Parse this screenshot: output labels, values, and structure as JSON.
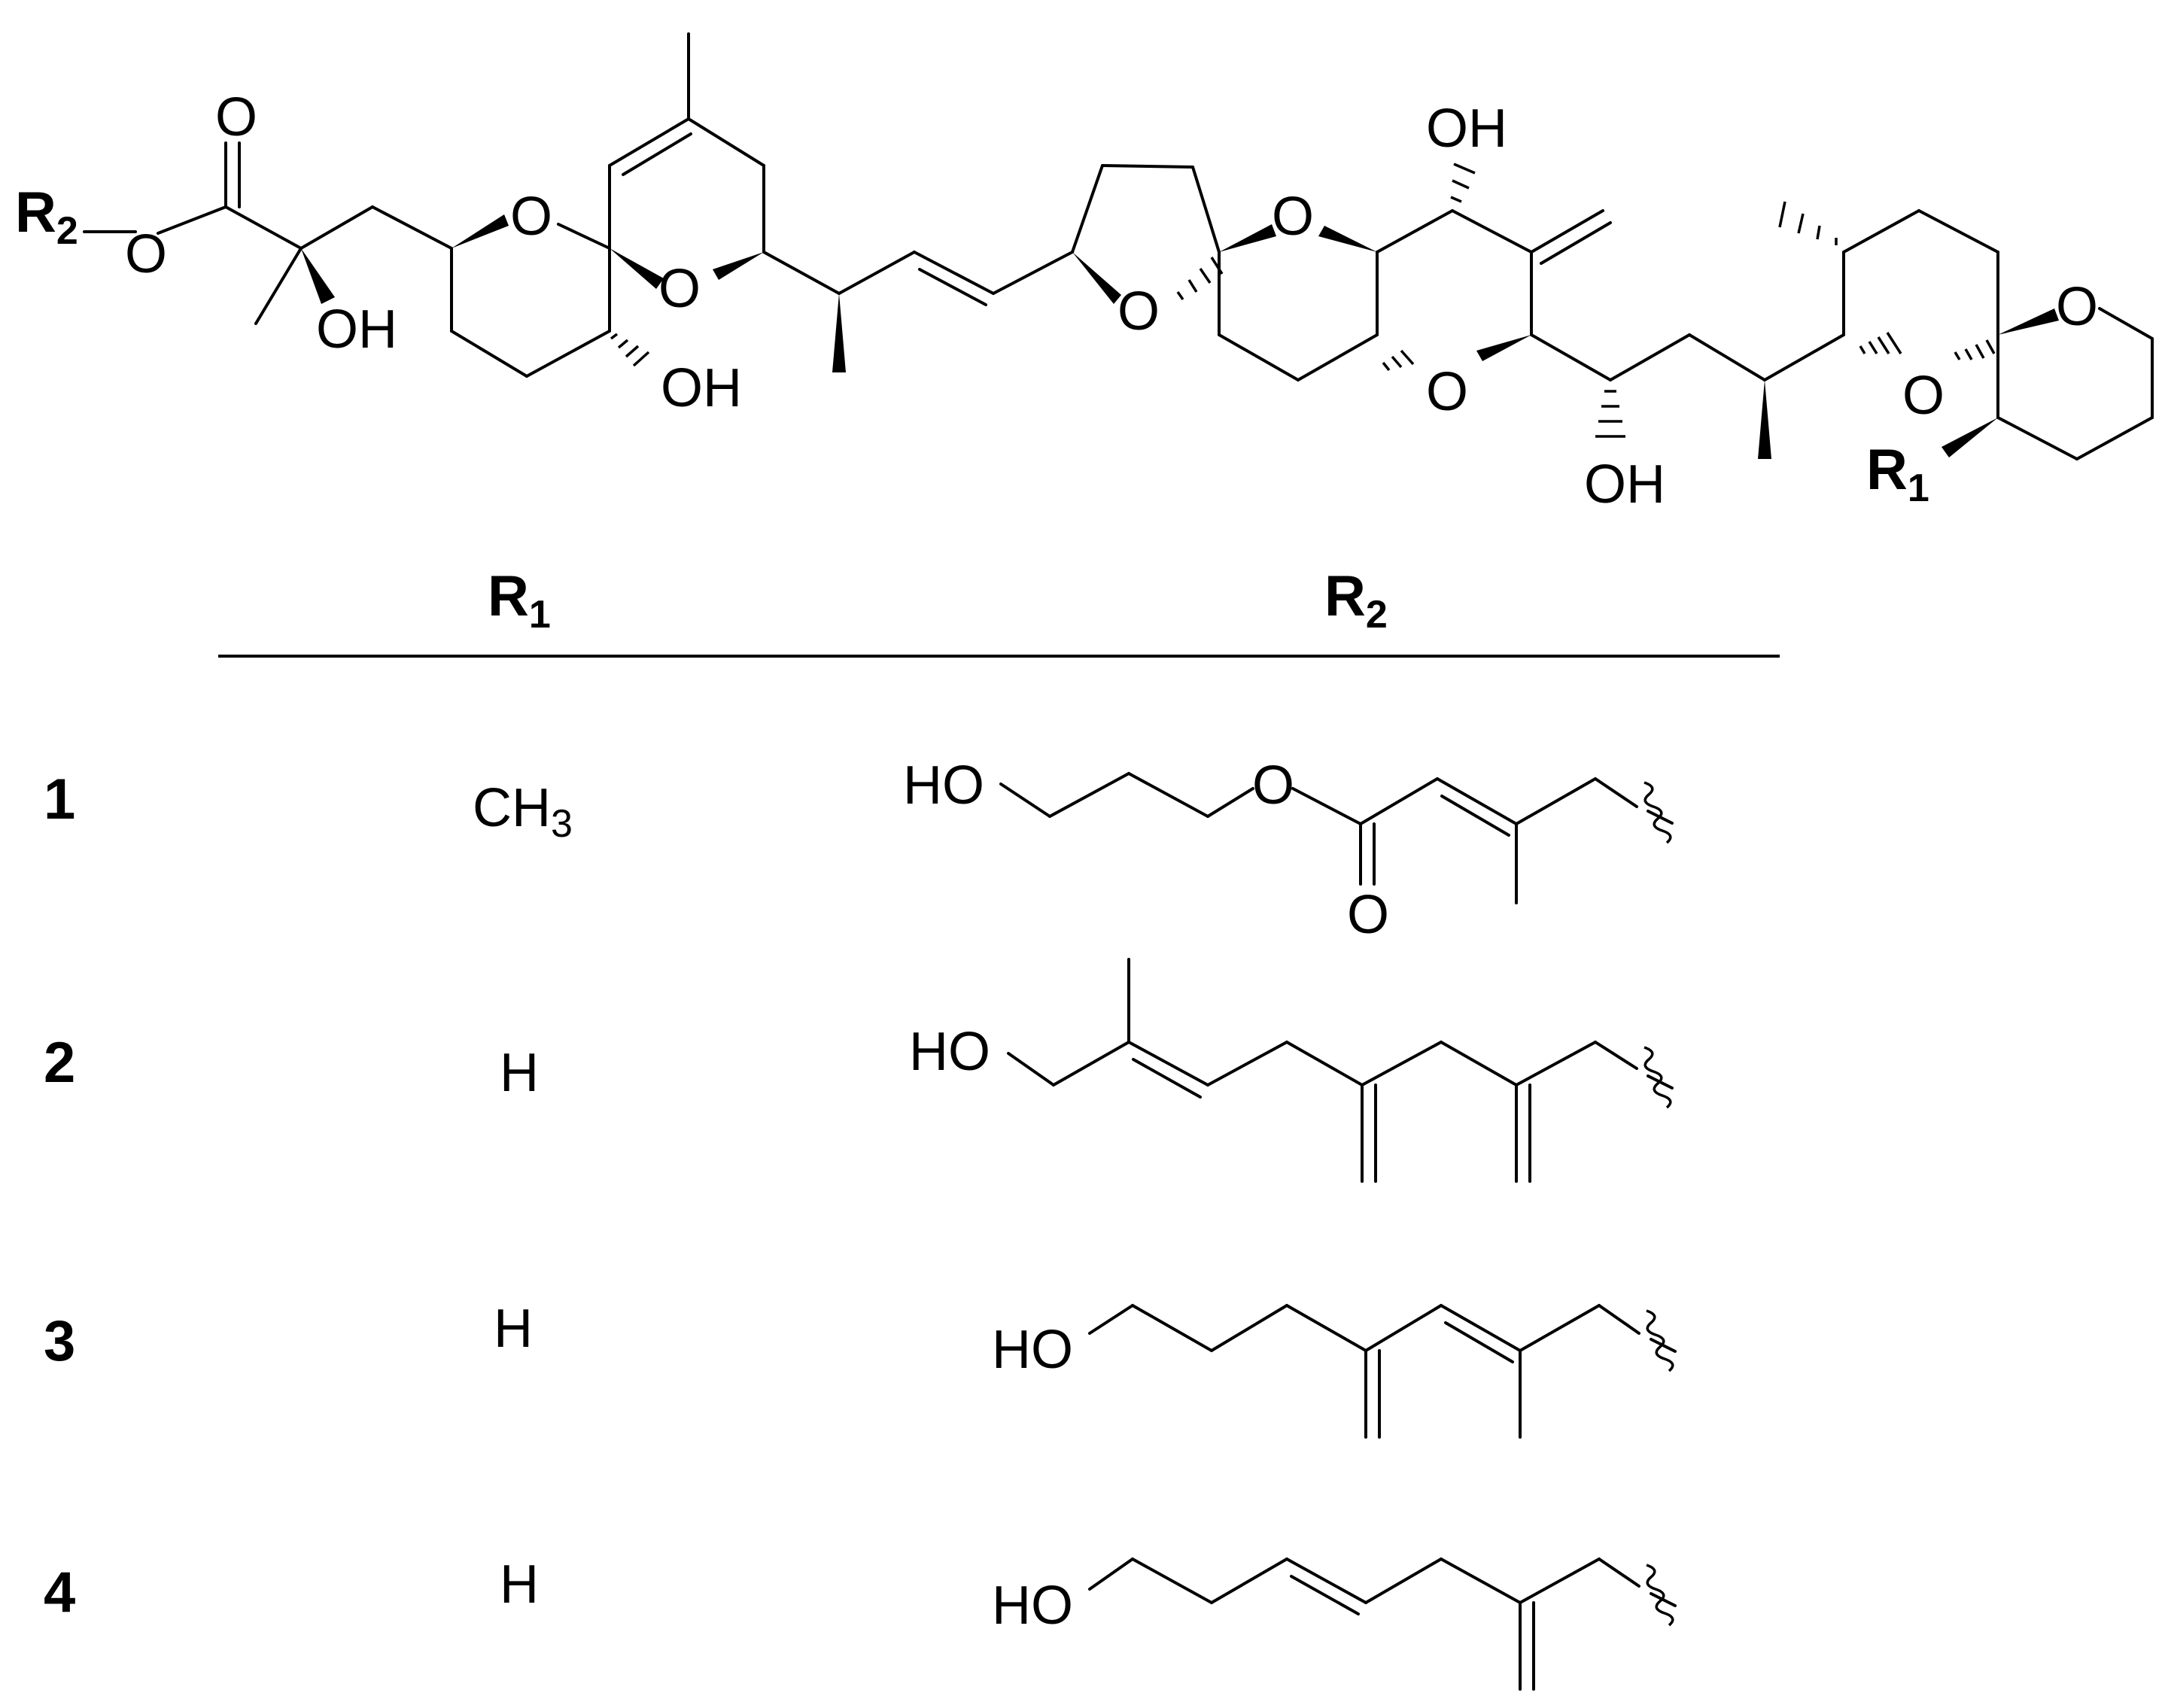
{
  "labels": {
    "R2": "R",
    "R2_sub": "2",
    "R1": "R",
    "R1_sub": "1",
    "O": "O",
    "OH": "OH"
  },
  "table": {
    "header": {
      "r1_main": "R",
      "r1_sub": "1",
      "r2_main": "R",
      "r2_sub": "2"
    },
    "rows": [
      {
        "compound": "1",
        "r1_main": "CH",
        "r1_sub": "3",
        "r2_ho": "HO",
        "r2_o_ester": "O",
        "r2_o_carbonyl": "O"
      },
      {
        "compound": "2",
        "r1_main": "H",
        "r1_sub": "",
        "r2_ho": "HO"
      },
      {
        "compound": "3",
        "r1_main": "H",
        "r1_sub": "",
        "r2_ho": "HO"
      },
      {
        "compound": "4",
        "r1_main": "H",
        "r1_sub": "",
        "r2_ho": "HO"
      }
    ]
  },
  "colors": {
    "ink": "#000000",
    "background": "#ffffff"
  }
}
